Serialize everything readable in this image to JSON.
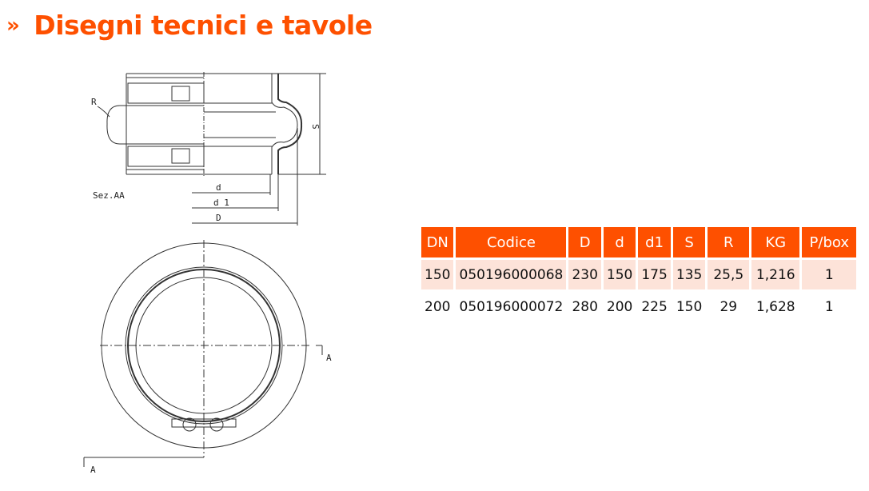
{
  "header": {
    "icon": "double-chevron-right-icon",
    "chevron": "»",
    "title": "Disegni tecnici e tavole"
  },
  "drawing": {
    "label_R": "R",
    "label_S": "S",
    "label_d": "d",
    "label_d1": "d 1",
    "label_D": "D",
    "section_label": "Sez.AA",
    "cut_label_1": "A",
    "cut_label_2": "A"
  },
  "table": {
    "headers": [
      "DN",
      "Codice",
      "D",
      "d",
      "d1",
      "S",
      "R",
      "KG",
      "P/box"
    ],
    "rows": [
      [
        "150",
        "050196000068",
        "230",
        "150",
        "175",
        "135",
        "25,5",
        "1,216",
        "1"
      ],
      [
        "200",
        "050196000072",
        "280",
        "200",
        "225",
        "150",
        "29",
        "1,628",
        "1"
      ]
    ]
  },
  "colors": {
    "accent": "#fe5000",
    "row_highlight": "#fde3d9"
  }
}
